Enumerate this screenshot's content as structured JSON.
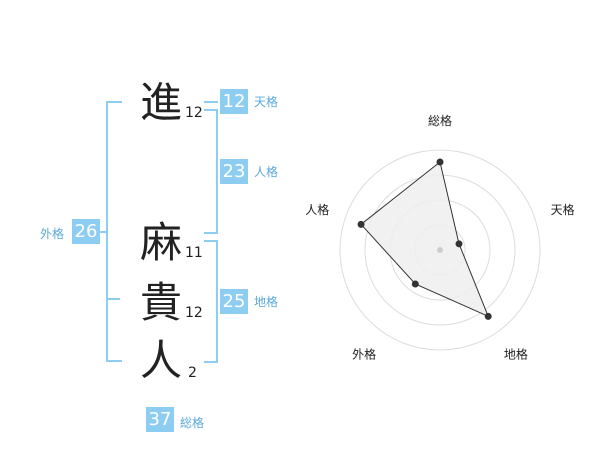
{
  "names": [
    {
      "char": "進",
      "strokes": "12"
    },
    {
      "char": "麻",
      "strokes": "11"
    },
    {
      "char": "貴",
      "strokes": "12"
    },
    {
      "char": "人",
      "strokes": "2"
    }
  ],
  "fortunes": {
    "tenkaku": {
      "value": "12",
      "label": "天格"
    },
    "jinkaku": {
      "value": "23",
      "label": "人格"
    },
    "chikaku": {
      "value": "25",
      "label": "地格"
    },
    "gaikaku": {
      "value": "26",
      "label": "外格"
    },
    "soukaku": {
      "value": "37",
      "label": "総格"
    }
  },
  "colors": {
    "accent": "#8ecdf2",
    "label": "#5aa8d8",
    "fill": "#eeeeee",
    "ring": "#dddddd"
  },
  "chart_data": {
    "type": "radar",
    "axes": [
      "総格",
      "天格",
      "地格",
      "外格",
      "人格"
    ],
    "values": [
      0.88,
      0.2,
      0.82,
      0.42,
      0.83
    ],
    "rings": 4
  }
}
